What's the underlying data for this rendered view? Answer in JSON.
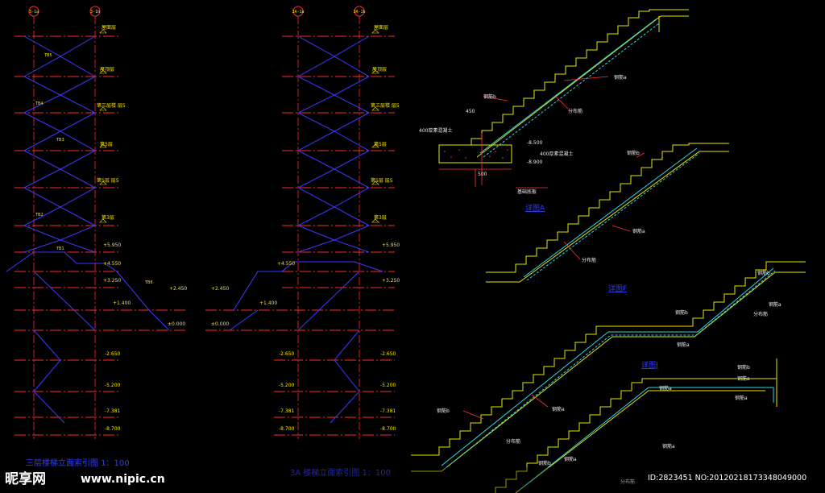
{
  "drawing": {
    "left_elevation": {
      "title": "三层楼梯立面索引图 1：100",
      "axis_labels": [
        "3-1a",
        "3-1b"
      ],
      "levels": [
        "屋面层",
        "屋顶层",
        "第三层楼 层5",
        "第5层",
        "第5层 层5",
        "第3层",
        "+5.950",
        "+4.550",
        "+3.250",
        "+1.400",
        "+2.450",
        "±0.000",
        "-2.650",
        "-5.200",
        "-7.381",
        "-8.700"
      ],
      "flights": [
        "TB5",
        "TB4",
        "TB3",
        "TB2",
        "TB1",
        "TB6"
      ]
    },
    "right_elevation": {
      "title": "3A 楼梯立面索引图 1：100",
      "axis_labels": [
        "3A-1a",
        "3A-1b"
      ],
      "levels": [
        "屋面层",
        "屋顶层",
        "第三层楼 层5",
        "第5层",
        "第5层 层5",
        "第3层",
        "+5.950",
        "+4.550",
        "+3.250",
        "+1.400",
        "+2.450",
        "±0.000",
        "-2.650",
        "-5.200",
        "-7.381",
        "-8.700"
      ]
    },
    "details": {
      "detail_a": "详图A",
      "detail_f": "详图F",
      "detail_j": "详图J",
      "slab_note": "400厚素混凝土",
      "slab_note2": "400厚素混凝土",
      "base_note": "基础底板",
      "dim_width": "500",
      "elev1": "-8.500",
      "elev2": "-8.900",
      "rebar_a": "钢筋a",
      "rebar_b": "钢筋b",
      "dist_bar": "分布筋",
      "dim_small": "450"
    }
  },
  "watermark": {
    "brand": "昵享网",
    "url": "www.nipic.cn",
    "id_text": "ID:2823451 NO:20120218173348049000"
  }
}
